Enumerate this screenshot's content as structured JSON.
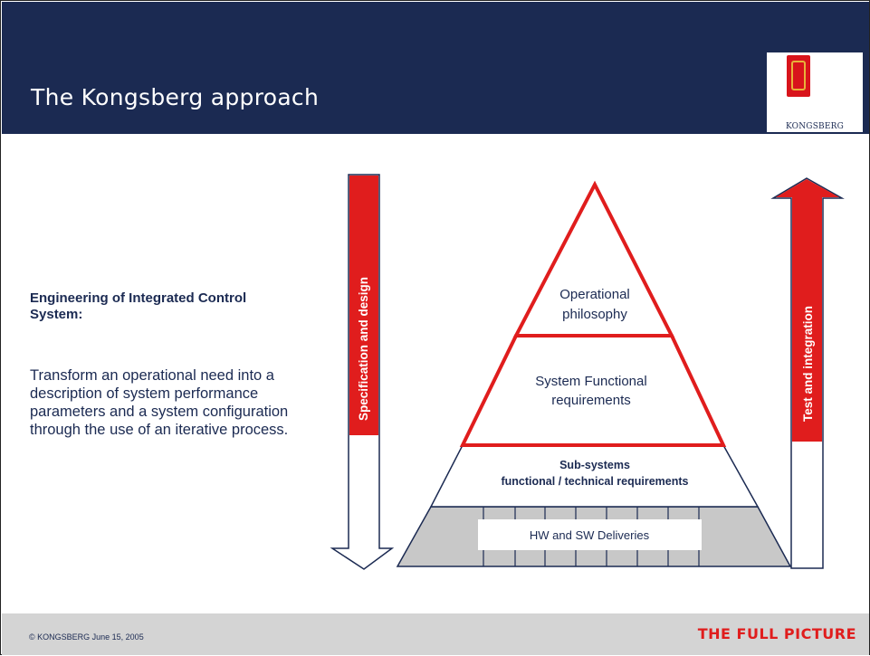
{
  "header": {
    "title": "The Kongsberg approach",
    "logo_text": "KONGSBERG"
  },
  "left": {
    "subtitle": "Engineering of Integrated Control System:",
    "body": "Transform an operational need into a description of system performance parameters and a system configuration through the use of an iterative process."
  },
  "diagram": {
    "left_arrow_label": "Specification and design",
    "right_arrow_label": "Test and integration",
    "levels": {
      "top": [
        "Operational",
        "philosophy"
      ],
      "second": [
        "System Functional",
        "requirements"
      ],
      "third": [
        "Sub-systems",
        "functional / technical requirements"
      ],
      "base": "HW and SW Deliveries"
    }
  },
  "footer": {
    "copyright": "© KONGSBERG June 15, 2005",
    "tagline": "THE FULL PICTURE"
  },
  "colors": {
    "navy": "#1b2a52",
    "red": "#e01d1d",
    "gray": "#c8c8c8",
    "footer": "#d4d4d4"
  }
}
